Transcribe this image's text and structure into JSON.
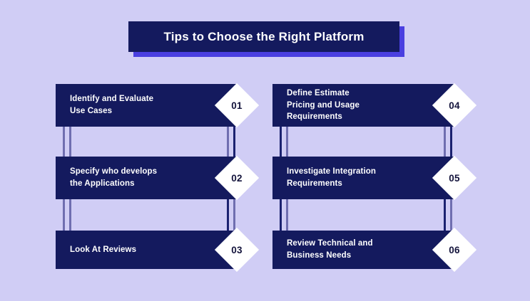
{
  "background_color": "#d0cdf5",
  "box_color": "#141a5e",
  "shadow_color": "#4a3fe0",
  "connector_color": "#6f6eb0",
  "connector_color_alt": "#1b2270",
  "diamond_color": "#ffffff",
  "number_color": "#14143c",
  "title": {
    "text": "Tips to Choose the Right Platform"
  },
  "items": [
    {
      "number": "01",
      "text": "Identify and Evaluate\nUse Cases",
      "column": "left",
      "row": 1
    },
    {
      "number": "02",
      "text": "Specify who develops\nthe Applications",
      "column": "left",
      "row": 2
    },
    {
      "number": "03",
      "text": "Look At Reviews",
      "column": "left",
      "row": 3
    },
    {
      "number": "04",
      "text": "Define Estimate\nPricing and Usage\nRequirements",
      "column": "right",
      "row": 1
    },
    {
      "number": "05",
      "text": "Investigate Integration\nRequirements",
      "column": "right",
      "row": 2
    },
    {
      "number": "06",
      "text": "Review Technical and\nBusiness Needs",
      "column": "right",
      "row": 3
    }
  ]
}
